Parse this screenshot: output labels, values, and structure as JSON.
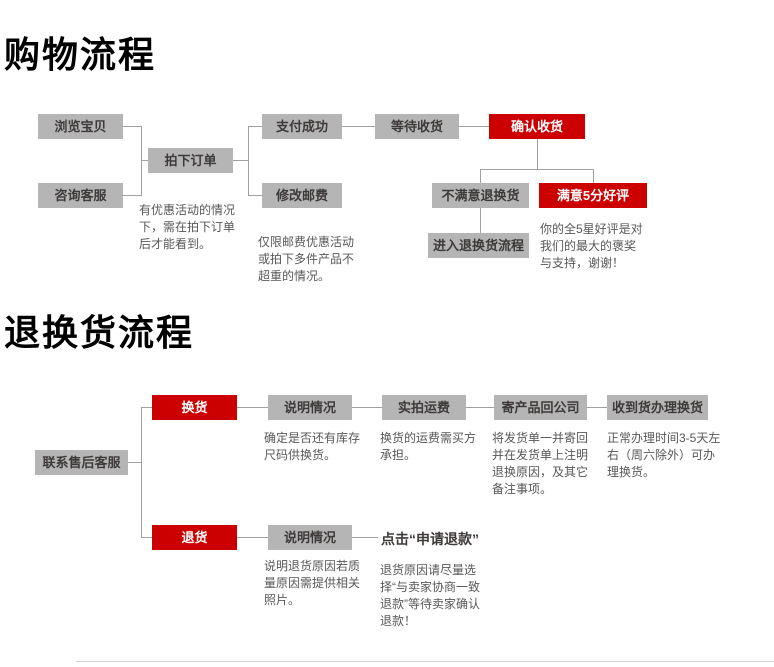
{
  "colors": {
    "gray_box": "#b5b5b6",
    "red_box": "#cc0000",
    "dark_text": "#3e3a39",
    "note_text": "#595757",
    "line": "#9fa0a0"
  },
  "shopping": {
    "title": "购物流程",
    "browse": "浏览宝贝",
    "consult": "咨询客服",
    "place_order": "拍下订单",
    "pay_success": "支付成功",
    "modify_postage": "修改邮费",
    "wait_receive": "等待收货",
    "confirm_receive": "确认收货",
    "unsatisfied": "不满意退换货",
    "satisfied": "满意5分好评",
    "enter_return": "进入退换货流程",
    "note_place_order": "有优惠活动的情况下，需在拍下订单后才能看到。",
    "note_postage": "仅限邮费优惠活动或拍下多件产品不超重的情况。",
    "note_praise": "你的全5星好评是对我们的最大的褒奖与支持，谢谢！"
  },
  "returns": {
    "title": "退换货流程",
    "contact": "联系售后客服",
    "exchange": "换货",
    "refund": "退货",
    "explain_exchange": "说明情况",
    "shipping_fee": "实拍运费",
    "send_back": "寄产品回公司",
    "receive_handle": "收到货办理换货",
    "explain_refund": "说明情况",
    "click_refund": "点击“申请退款”",
    "note_explain_exchange": "确定是否还有库存尺码供换货。",
    "note_shipping": "换货的运费需买方承担。",
    "note_send_back": "将发货单一并寄回并在发货单上注明退换原因，及其它备注事项。",
    "note_receive": "正常办理时间3-5天左右（周六除外）可办理换货。",
    "note_explain_refund": "说明退货原因若质量原因需提供相关照片。",
    "note_click_refund": "退货原因请尽量选择“与卖家协商一致退款”等待卖家确认退款！"
  }
}
